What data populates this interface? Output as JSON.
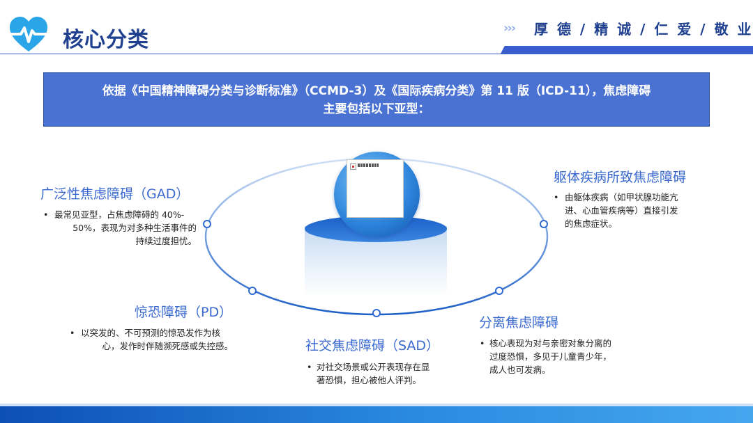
{
  "header": {
    "title": "核心分类",
    "chevrons": "›››",
    "motto": "厚 德 / 精 诚 / 仁 爱 / 敬 业",
    "icon": "heart-pulse-icon",
    "accent": "#3a5ccc"
  },
  "intro": {
    "line1": "依据《中国精神障碍分类与诊断标准》（CCMD-3）及《国际疾病分类》第 11 版（ICD-11），焦虑障碍",
    "line2": "主要包括以下亚型："
  },
  "center": {
    "image": "broken-image-icon"
  },
  "items": [
    {
      "title": "广泛性焦虑障碍（GAD）",
      "bullet": "•",
      "lines": [
        "最常见亚型，占焦虑障碍的 40%-",
        "50%，表现为对多种生活事件的",
        "持续过度担忧。"
      ]
    },
    {
      "title": "躯体疾病所致焦虑障碍",
      "bullet": "•",
      "lines": [
        "由躯体疾病（如甲状腺功能亢",
        "进、心血管疾病等）直接引发",
        "的焦虑症状。"
      ]
    },
    {
      "title": "惊恐障碍（PD）",
      "bullet": "•",
      "lines": [
        "以突发的、不可预测的惊恐发作为核",
        "心，发作时伴随濒死感或失控感。"
      ]
    },
    {
      "title": "社交焦虑障碍（SAD）",
      "bullet": "•",
      "lines": [
        "对社交场景或公开表现存在显",
        "著恐惧，担心被他人评判。"
      ]
    },
    {
      "title": "分离焦虑障碍",
      "bullet": "•",
      "lines": [
        "核心表现为对与亲密对象分离的",
        "过度恐惧，多见于儿童青少年，",
        "成人也可发病。"
      ]
    }
  ]
}
